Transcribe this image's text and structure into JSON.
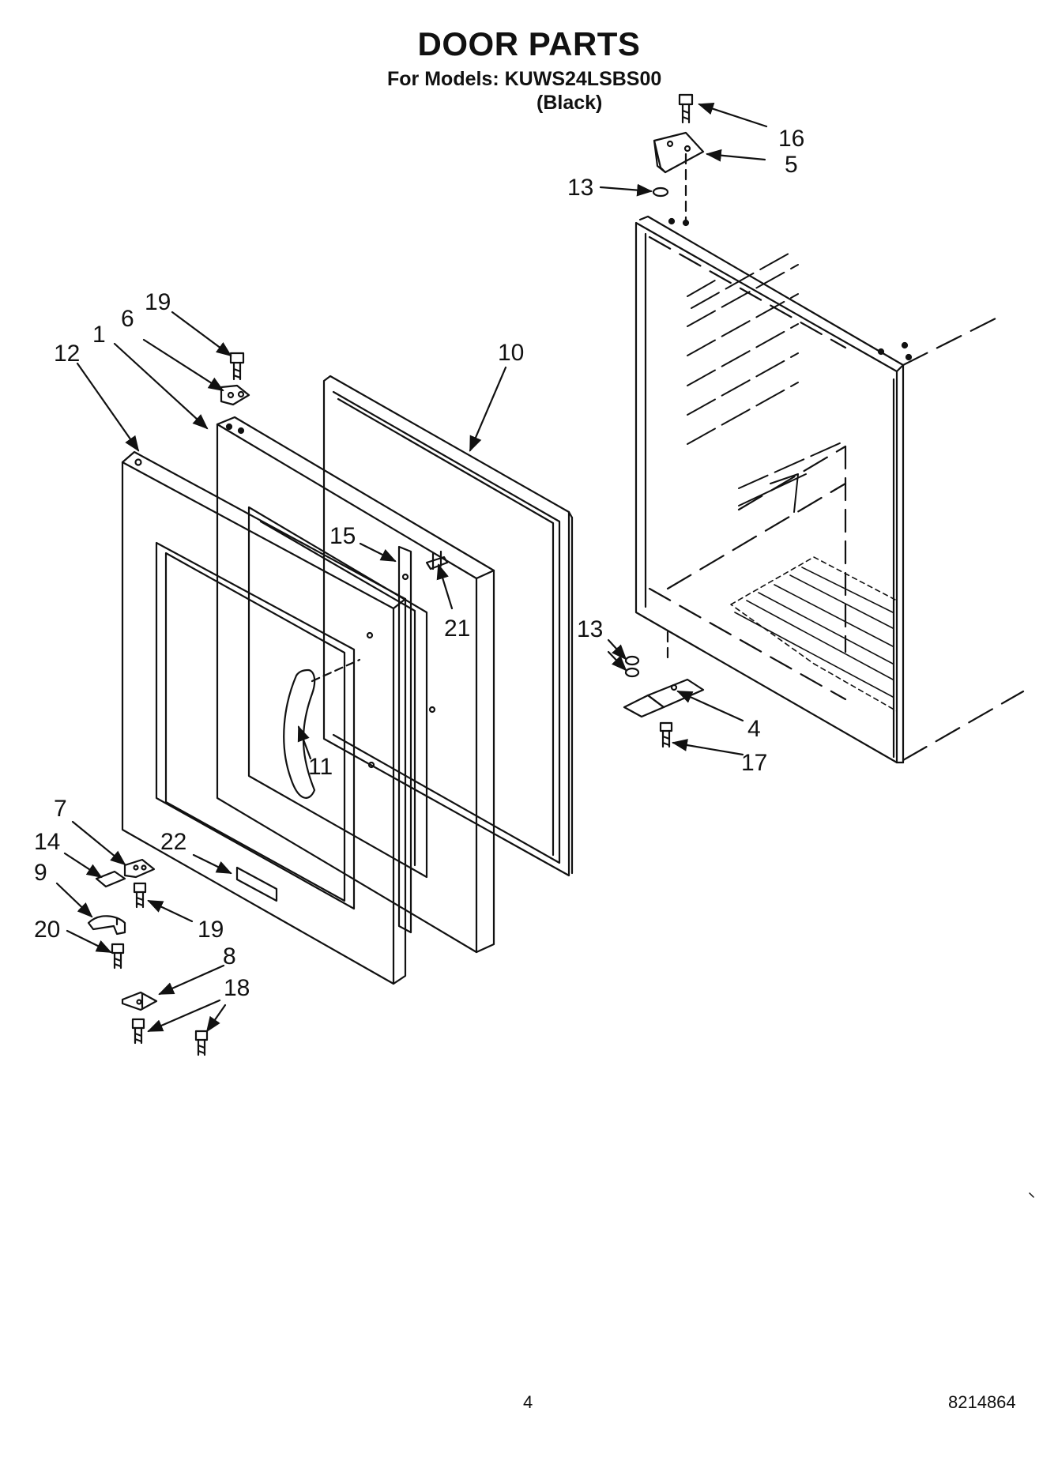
{
  "header": {
    "title": "DOOR PARTS",
    "models_line": "For Models: KUWS24LSBS00",
    "color_line": "(Black)"
  },
  "callouts": {
    "c1": "1",
    "c4": "4",
    "c5": "5",
    "c6": "6",
    "c7": "7",
    "c8": "8",
    "c9": "9",
    "c10": "10",
    "c11": "11",
    "c12": "12",
    "c13a": "13",
    "c13b": "13",
    "c14": "14",
    "c15": "15",
    "c16": "16",
    "c17": "17",
    "c18": "18",
    "c19a": "19",
    "c19b": "19",
    "c20": "20",
    "c21": "21",
    "c22": "22"
  },
  "footer": {
    "page_number": "4",
    "doc_number": "8214864"
  }
}
